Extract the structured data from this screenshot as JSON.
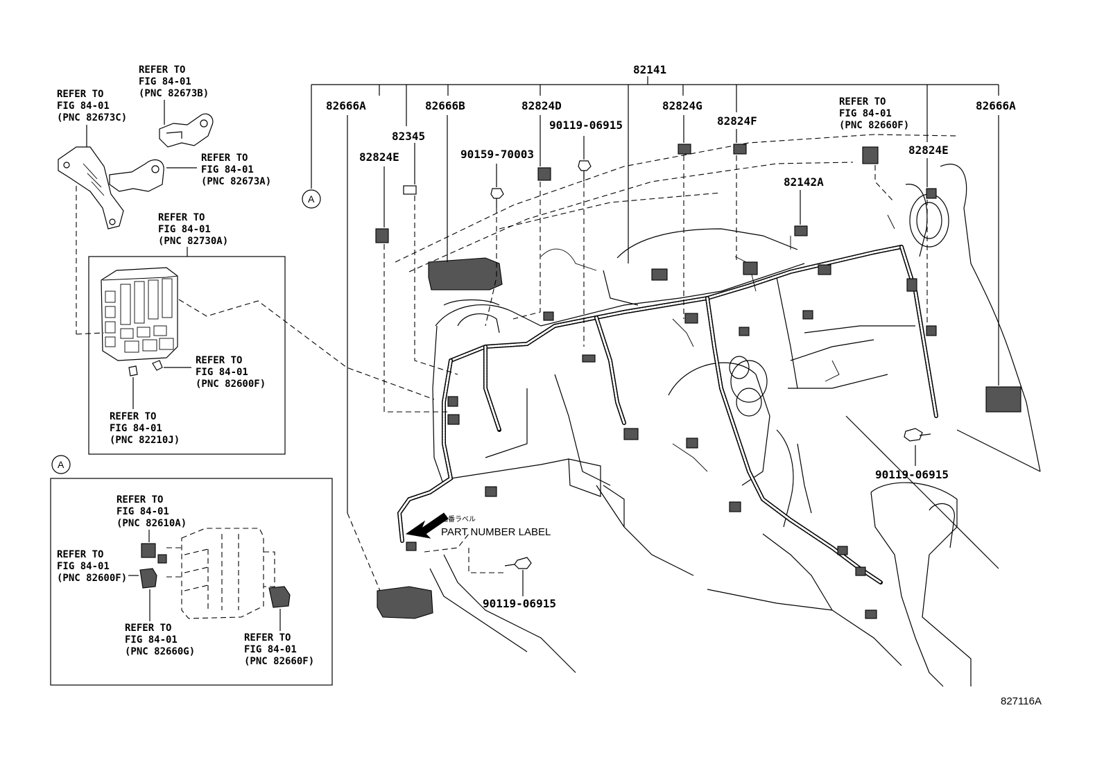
{
  "part_numbers": {
    "main_harness": "82141",
    "a_left": "82666A",
    "a_right": "82666A",
    "b": "82666B",
    "d": "82824D",
    "g": "82824G",
    "f": "82824F",
    "e_left": "82824E",
    "e_right": "82824E",
    "clamp": "82345",
    "sub_harness": "82142A",
    "bolt_top": "90119-06915",
    "bolt_right": "90119-06915",
    "bolt_bottom": "90119-06915",
    "nut": "90159-70003"
  },
  "references": {
    "r1": [
      "REFER TO",
      "FIG 84-01",
      "(PNC 82673B)"
    ],
    "r2": [
      "REFER TO",
      "FIG 84-01",
      "(PNC 82673C)"
    ],
    "r3": [
      "REFER TO",
      "FIG 84-01",
      "(PNC 82673A)"
    ],
    "r4": [
      "REFER TO",
      "FIG 84-01",
      "(PNC 82730A)"
    ],
    "r5": [
      "REFER TO",
      "FIG 84-01",
      "(PNC 82600F)"
    ],
    "r6": [
      "REFER TO",
      "FIG 84-01",
      "(PNC 82210J)"
    ],
    "r7": [
      "REFER TO",
      "FIG 84-01",
      "(PNC 82660F)"
    ],
    "r8": [
      "REFER TO",
      "FIG 84-01",
      "(PNC 82610A)"
    ],
    "r9": [
      "REFER TO",
      "FIG 84-01",
      "(PNC 82600F)"
    ],
    "r10": [
      "REFER TO",
      "FIG 84-01",
      "(PNC 82660G)"
    ],
    "r11": [
      "REFER TO",
      "FIG 84-01",
      "(PNC 82660F)"
    ]
  },
  "markers": {
    "a_main": "A",
    "a_inset": "A"
  },
  "label_jp": "品番ラベル",
  "label_en": "PART NUMBER LABEL",
  "figure_id": "827116A"
}
